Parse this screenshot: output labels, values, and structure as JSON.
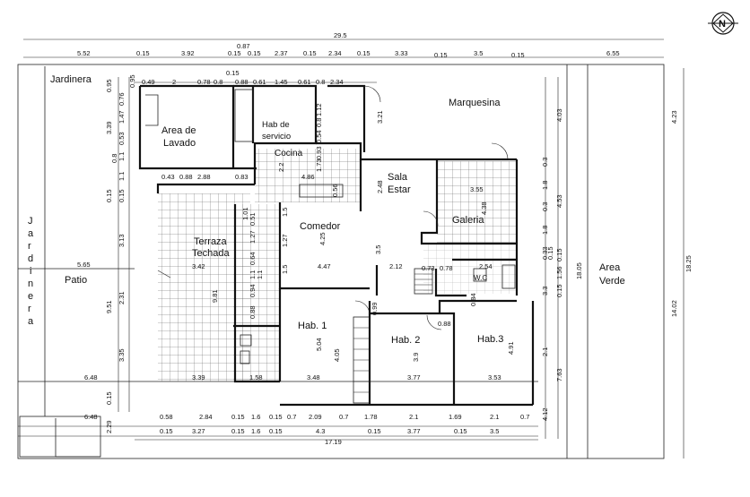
{
  "compass": {
    "letter": "N"
  },
  "rooms": [
    {
      "key": "jardinera_top",
      "text": "Jardinera"
    },
    {
      "key": "lavado1",
      "text": "Area de"
    },
    {
      "key": "lavado2",
      "text": "Lavado"
    },
    {
      "key": "servicio1",
      "text": "Hab de"
    },
    {
      "key": "servicio2",
      "text": "servicio"
    },
    {
      "key": "marquesina",
      "text": "Marquesina"
    },
    {
      "key": "cocina",
      "text": "Cocina"
    },
    {
      "key": "sala1",
      "text": "Sala"
    },
    {
      "key": "sala2",
      "text": "Estar"
    },
    {
      "key": "galeria",
      "text": "Galeria"
    },
    {
      "key": "comedor",
      "text": "Comedor"
    },
    {
      "key": "terraza1",
      "text": "Terraza"
    },
    {
      "key": "terraza2",
      "text": "Techada"
    },
    {
      "key": "patio",
      "text": "Patio"
    },
    {
      "key": "hab1",
      "text": "Hab. 1"
    },
    {
      "key": "hab2",
      "text": "Hab. 2"
    },
    {
      "key": "hab3",
      "text": "Hab.3"
    },
    {
      "key": "area1",
      "text": "Area"
    },
    {
      "key": "area2",
      "text": "Verde"
    },
    {
      "key": "wc",
      "text": "W.C"
    }
  ],
  "jardinera_side": [
    "J",
    "a",
    "r",
    "d",
    "i",
    "n",
    "e",
    "r",
    "a"
  ],
  "dims": {
    "d_295": "29.5",
    "d_087": "0.87",
    "d_552": "5.52",
    "d_015a": "0.15",
    "d_392": "3.92",
    "d_015b": "0.15",
    "d_015c": "0.15",
    "d_237": "2.37",
    "d_015d": "0.15",
    "d_234": "2.34",
    "d_015e": "0.15",
    "d_333": "3.33",
    "d_015f": "0.15",
    "d_35a": "3.5",
    "d_015g": "0.15",
    "d_655": "6.55",
    "d_015h": "0.15",
    "d_049": "0.49",
    "d_2": "2",
    "d_078": "0.78",
    "d_08": "0.8",
    "d_088": "0.88",
    "d_061": "0.61",
    "d_145": "1.45",
    "d_061b": "0.61",
    "d_08b": "0.8",
    "d_234b": "2.34",
    "d_081": "0.81",
    "d_095": "0.95",
    "d_076": "0.76",
    "d_095b": "0.95",
    "d_339": "3.39",
    "d_147": "1.47",
    "d_053": "0.53",
    "d_11": "1.1",
    "d_08c": "0.8",
    "d_015i": "0.15",
    "d_11b": "1.1",
    "d_015j": "0.15",
    "d_313": "3.13",
    "d_951": "9.51",
    "d_231": "2.31",
    "d_335": "3.35",
    "d_015k": "0.15",
    "d_229": "2.29",
    "d_403": "4.03",
    "d_423": "4.23",
    "d_321": "3.21",
    "d_112": "1.12",
    "d_08d": "0.8",
    "d_054": "0.54",
    "d_093": "0.93",
    "d_22": "2.2",
    "d_173": "1.73",
    "d_486": "4.86",
    "d_056": "0.56",
    "d_088b": "0.88",
    "d_288": "2.88",
    "d_083": "0.83",
    "d_043": "0.43",
    "d_248": "2.48",
    "d_355": "3.55",
    "d_438": "4.38",
    "d_03a": "0.3",
    "d_18a": "1.8",
    "d_03b": "0.3",
    "d_18b": "1.8",
    "d_453": "4.53",
    "d_033": "0.33",
    "d_015l": "0.15",
    "d_156": "1.56",
    "d_015m": "0.15",
    "d_1805": "18.05",
    "d_1825": "18.25",
    "d_1402": "14.02",
    "d_33": "3.3",
    "d_015n": "0.15",
    "d_21": "2.1",
    "d_763": "7.63",
    "d_412": "4.12",
    "d_101": "1.01",
    "d_051": "0.51",
    "d_15a": "1.5",
    "d_127": "1.27",
    "d_15b": "1.5",
    "d_425": "4.25",
    "d_35b": "3.5",
    "d_447": "4.47",
    "d_212": "2.12",
    "d_073": "0.73",
    "d_078b": "0.78",
    "d_254": "2.54",
    "d_342": "3.42",
    "d_565": "5.65",
    "d_981": "9.81",
    "d_127b": "1.27",
    "d_064": "0.64",
    "d_11c": "1.1",
    "d_094": "0.94",
    "d_11d": "1.1",
    "d_088c": "0.88",
    "d_084": "0.84",
    "d_099": "0.99",
    "d_088d": "0.88",
    "d_504": "5.04",
    "d_405": "4.05",
    "d_39": "3.9",
    "d_491": "4.91",
    "d_648a": "6.48",
    "d_339b": "3.39",
    "d_158": "1.58",
    "d_348": "3.48",
    "d_377a": "3.77",
    "d_353": "3.53",
    "d_648b": "6.48",
    "d_058": "0.58",
    "d_284": "2.84",
    "d_015o": "0.15",
    "d_16a": "1.6",
    "d_015p": "0.15",
    "d_07a": "0.7",
    "d_209": "2.09",
    "d_07b": "0.7",
    "d_178": "1.78",
    "d_21b": "2.1",
    "d_169": "1.69",
    "d_21c": "2.1",
    "d_07c": "0.7",
    "d_015q": "0.15",
    "d_327": "3.27",
    "d_015r": "0.15",
    "d_16b": "1.6",
    "d_015s": "0.15",
    "d_43": "4.3",
    "d_015t": "0.15",
    "d_377b": "3.77",
    "d_015u": "0.15",
    "d_35c": "3.5",
    "d_1719": "17.19"
  }
}
